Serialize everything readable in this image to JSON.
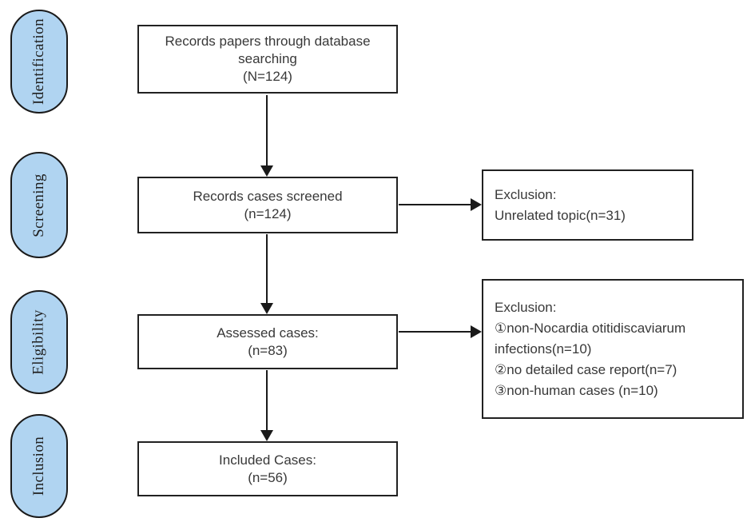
{
  "colors": {
    "stage_fill": "#B0D4F1",
    "stage_border": "#1a1a1a",
    "box_border": "#212121",
    "arrow": "#1a1a1a",
    "text": "#383838"
  },
  "stages": [
    {
      "label": "Identification"
    },
    {
      "label": "Screening"
    },
    {
      "label": "Eligibility"
    },
    {
      "label": "Inclusion"
    }
  ],
  "flow": {
    "records": {
      "lines": [
        "Records papers through database",
        "searching",
        "(N=124)"
      ]
    },
    "screened": {
      "lines": [
        "Records cases screened",
        "(n=124)"
      ]
    },
    "assessed": {
      "lines": [
        "Assessed cases:",
        "(n=83)"
      ]
    },
    "included": {
      "lines": [
        "Included Cases:",
        "(n=56)"
      ]
    }
  },
  "exclusions": {
    "screening": {
      "lines": [
        "Exclusion:",
        "Unrelated topic(n=31)"
      ]
    },
    "eligibility": {
      "lines": [
        "Exclusion:",
        "①non-Nocardia otitidiscaviarum",
        "infections(n=10)",
        "②no detailed case report(n=7)",
        "③non-human cases (n=10)"
      ]
    }
  }
}
